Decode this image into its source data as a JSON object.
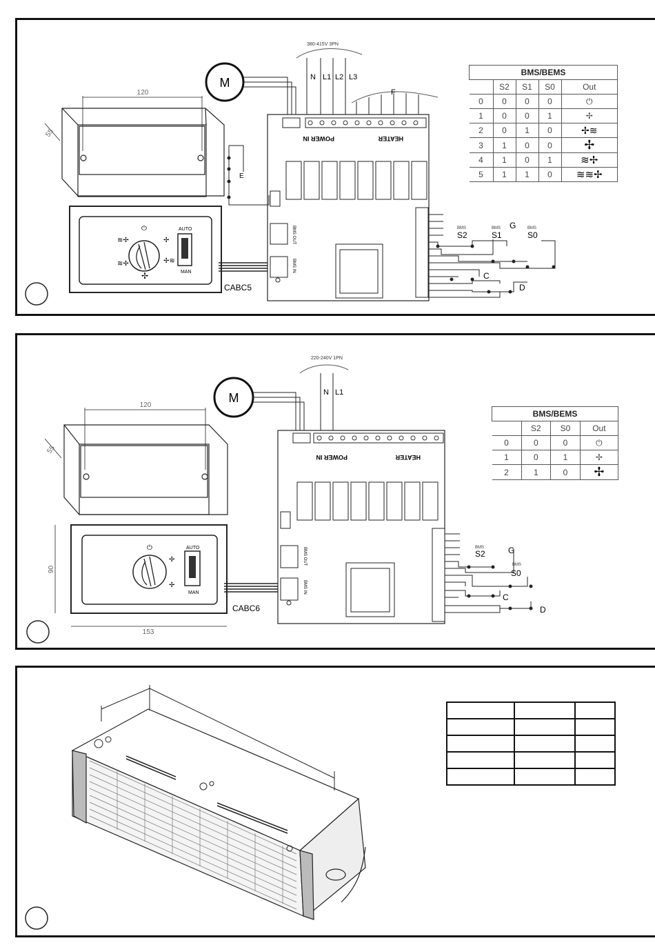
{
  "panel1": {
    "supply": "380-415V 3PN",
    "lines": [
      "N",
      "L1",
      "L2",
      "L3"
    ],
    "motor": "M",
    "width_dim": "120",
    "depth_dim": "55",
    "labels": {
      "E": "E",
      "F": "F",
      "G": "G",
      "C": "C",
      "D": "D"
    },
    "switches": [
      "S2",
      "S1",
      "S0"
    ],
    "switch_small": "BMS",
    "controller": "CABC5",
    "auto": "AUTO",
    "man": "MAN",
    "power_in": "POWER IN",
    "heater": "HEATER",
    "bms_out": "BMS OUT",
    "bms_in": "BMS IN",
    "table": {
      "caption": "BMS/BEMS",
      "headers": [
        "",
        "S2",
        "S1",
        "S0",
        "Out"
      ],
      "rows": [
        {
          "idx": "0",
          "s2": "0",
          "s1": "0",
          "s0": "0",
          "out": "power-icon"
        },
        {
          "idx": "1",
          "s2": "0",
          "s1": "0",
          "s0": "1",
          "out": "fan-small-icon"
        },
        {
          "idx": "2",
          "s2": "0",
          "s1": "1",
          "s0": "0",
          "out": "fan-heat-icon"
        },
        {
          "idx": "3",
          "s2": "1",
          "s1": "0",
          "s0": "0",
          "out": "fan-large-icon"
        },
        {
          "idx": "4",
          "s2": "1",
          "s1": "0",
          "s0": "1",
          "out": "heat-fan-icon"
        },
        {
          "idx": "5",
          "s2": "1",
          "s1": "1",
          "s0": "0",
          "out": "heat-heat-fan-icon"
        }
      ]
    }
  },
  "panel2": {
    "supply": "220-240V 1PN",
    "lines": [
      "N",
      "L1"
    ],
    "motor": "M",
    "width_dim": "120",
    "depth_dim": "55",
    "height_dim": "90",
    "base_dim": "153",
    "labels": {
      "G": "G",
      "C": "C",
      "D": "D"
    },
    "switches": [
      "S2",
      "S0"
    ],
    "switch_small": "BMS",
    "controller": "CABC6",
    "auto": "AUTO",
    "man": "MAN",
    "power_in": "POWER IN",
    "heater": "HEATER",
    "bms_out": "BMS OUT",
    "bms_in": "BMS IN",
    "table": {
      "caption": "BMS/BEMS",
      "headers": [
        "",
        "S2",
        "S0",
        "Out"
      ],
      "rows": [
        {
          "idx": "0",
          "s2": "0",
          "s0": "0",
          "out": "power-icon"
        },
        {
          "idx": "1",
          "s2": "0",
          "s0": "1",
          "out": "fan-small-icon"
        },
        {
          "idx": "2",
          "s2": "1",
          "s0": "0",
          "out": "fan-large-icon"
        }
      ]
    }
  }
}
